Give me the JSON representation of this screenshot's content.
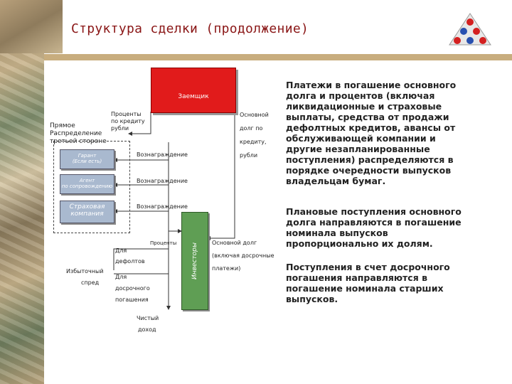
{
  "slide": {
    "title": "Структура сделки (продолжение)"
  },
  "diagram": {
    "borrower": "Заемщик",
    "interest_label": [
      "Проценты",
      "по кредиту",
      "рубли"
    ],
    "principal_label": [
      "Основной",
      "долг по",
      "кредиту,",
      "рубли"
    ],
    "direct_distribution": [
      "Прямое",
      "Распределение",
      "третьей стороне"
    ],
    "guarantor": [
      "Гарант",
      "(Если есть)"
    ],
    "servicing_agent": [
      "Агент",
      "по сопровождению"
    ],
    "insurance_company": [
      "Страховая",
      "компания"
    ],
    "fee_1": "Вознаграждение",
    "fee_2": "Вознаграждение",
    "fee_3": "Вознаграждение",
    "investors": "Инвесторы",
    "interest_small": "Проценты",
    "for_defaults": [
      "Для",
      "дефолтов"
    ],
    "excess_spread": [
      "Избыточный",
      "спред"
    ],
    "for_prepayments": [
      "Для",
      "досрочного",
      "погашения"
    ],
    "net_income": [
      "Чистый",
      "доход"
    ],
    "principal_right": [
      "Основной долг",
      "(включая досрочные",
      "платежи)"
    ]
  },
  "text_blocks": {
    "p1": [
      "Платежи в погашение основного",
      "долга и процентов (включая",
      "ликвидационные и страховые",
      "выплаты, средства от продажи",
      "дефолтных кредитов, авансы от",
      "обслуживающей компании и",
      "другие незапланированные",
      "поступления) распределяются в",
      "порядке очередности выпусков",
      "владельцам бумаг."
    ],
    "p2": [
      "Плановые поступления основного",
      "долга направляются в погашение",
      "номинала выпусков",
      "пропорционально их долям."
    ],
    "p3": [
      "Поступления в счет досрочного",
      "погашения направляются в",
      "погашение номинала старших",
      "выпусков."
    ]
  },
  "colors": {
    "title": "#8a1616",
    "borrower_box": "#e11b1b",
    "investors_box": "#5f9e54",
    "party_box": "#a9b9cf",
    "accent_bar": "#c8ad7e"
  }
}
